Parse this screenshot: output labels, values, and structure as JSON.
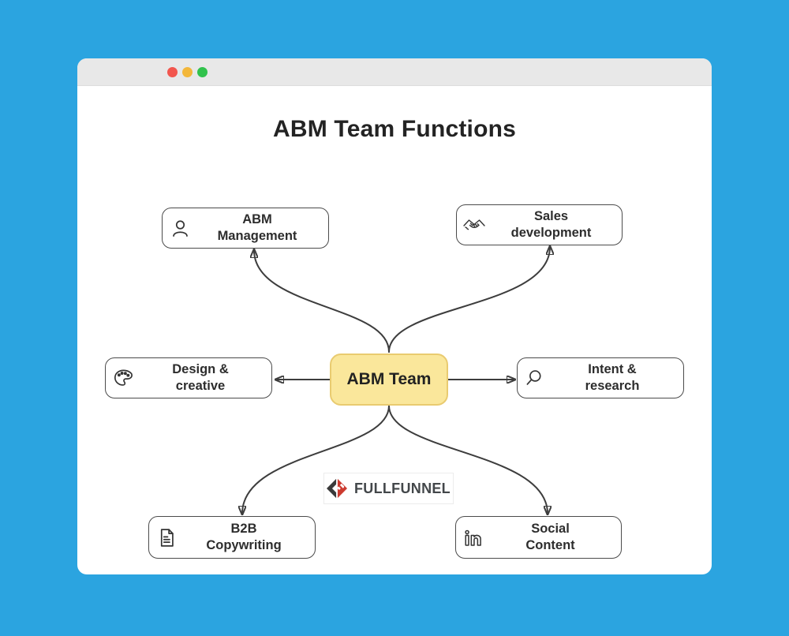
{
  "colors": {
    "desktop": "#2ba4e0",
    "titlebar": "#e8e8e8",
    "window": "#ffffff",
    "edge": "#3d3d3d",
    "node_border": "#4b4b4b",
    "center_fill": "#fae79b",
    "center_border": "#e9cb70",
    "traffic_red": "#f2564e",
    "traffic_yellow": "#f3b73a",
    "traffic_green": "#31c24c",
    "logo_red": "#cc3a2f",
    "logo_dark": "#3a3a3a",
    "logo_text_color": "#43474a"
  },
  "title": "ABM Team Functions",
  "center_node": {
    "label": "ABM Team"
  },
  "nodes": [
    {
      "id": "abm-management",
      "icon": "person-icon",
      "line1": "ABM",
      "line2": "Management"
    },
    {
      "id": "sales-development",
      "icon": "handshake-icon",
      "line1": "Sales",
      "line2": "development"
    },
    {
      "id": "design-creative",
      "icon": "palette-icon",
      "line1": "Design &",
      "line2": "creative"
    },
    {
      "id": "intent-research",
      "icon": "magnifier-icon",
      "line1": "Intent &",
      "line2": "research"
    },
    {
      "id": "b2b-copywriting",
      "icon": "document-icon",
      "line1": "B2B",
      "line2": "Copywriting"
    },
    {
      "id": "social-content",
      "icon": "linkedin-icon",
      "line1": "Social",
      "line2": "Content"
    }
  ],
  "logo": {
    "text": "FULLFUNNEL"
  }
}
